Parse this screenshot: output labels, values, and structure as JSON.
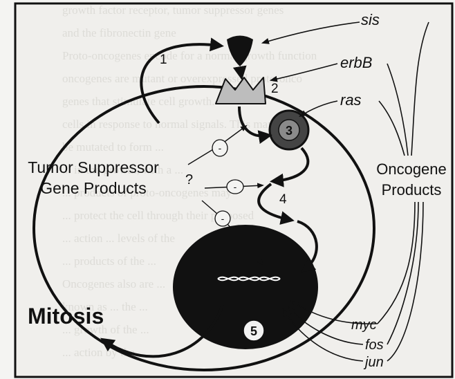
{
  "labels": {
    "tumor_suppressor_line1": "Tumor Suppressor",
    "tumor_suppressor_line2": "Gene Products",
    "oncogene_line1": "Oncogene",
    "oncogene_line2": "Products",
    "mitosis": "Mitosis",
    "question_mark": "?",
    "inhibit_sign": "-"
  },
  "steps": [
    "1",
    "2",
    "3",
    "4",
    "5"
  ],
  "oncogenes": [
    "sis",
    "erbB",
    "ras",
    "myc",
    "fos",
    "jun"
  ],
  "background_text": [
    "growth factor receptor, tumor suppressor genes",
    "and the fibronectin gene",
    "Proto-oncogenes encode for a normal growth function",
    "oncogenes are mutant or overexpressed proto-onco",
    "genes that stimulate cell growth.",
    "cells in response to normal signals. This may",
    "be mutated to form ...",
    "... in the growth, with a ...",
    "... products of proto-oncogenes may",
    "... protect the cell through their proposed",
    "... action ... levels of the",
    "... products of the ...",
    "Oncogenes also are ...",
    "known as ... the ...",
    "... growth of the ...",
    "... action by the ..."
  ]
}
